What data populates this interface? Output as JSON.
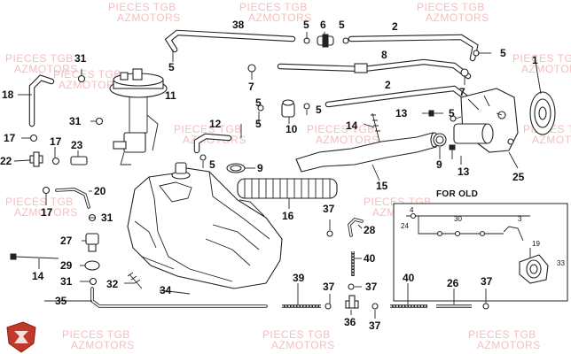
{
  "watermark": {
    "line1": "PIECES TGB",
    "line2": "AZMOTORS"
  },
  "inset": {
    "caption": "FOR OLD"
  },
  "callouts": {
    "p1": "1",
    "p2a": "2",
    "p2b": "2",
    "p3": "3",
    "p4": "4",
    "p5a": "5",
    "p5b": "5",
    "p5c": "5",
    "p5d": "5",
    "p5e": "5",
    "p5f": "5",
    "p5g": "5",
    "p6": "6",
    "p7a": "7",
    "p7b": "7",
    "p8": "8",
    "p9a": "9",
    "p9b": "9",
    "p10": "10",
    "p11": "11",
    "p12": "12",
    "p13a": "13",
    "p13b": "13",
    "p14a": "14",
    "p14b": "14",
    "p15": "15",
    "p16": "16",
    "p17a": "17",
    "p17b": "17",
    "p17c": "17",
    "p18": "18",
    "p19": "19",
    "p20": "20",
    "p22": "22",
    "p23": "23",
    "p24": "24",
    "p25": "25",
    "p26": "26",
    "p27": "27",
    "p28": "28",
    "p29": "29",
    "p30": "30",
    "p31a": "31",
    "p31b": "31",
    "p31c": "31",
    "p31d": "31",
    "p32": "32",
    "p33": "33",
    "p34": "34",
    "p35": "35",
    "p36": "36",
    "p37a": "37",
    "p37b": "37",
    "p37c": "37",
    "p37d": "37",
    "p37e": "37",
    "p38": "38",
    "p39": "39",
    "p40a": "40",
    "p40b": "40"
  },
  "colors": {
    "callout_marker": "#d9534f",
    "watermark": "#f2a8a8",
    "logo": "#c0392b"
  }
}
